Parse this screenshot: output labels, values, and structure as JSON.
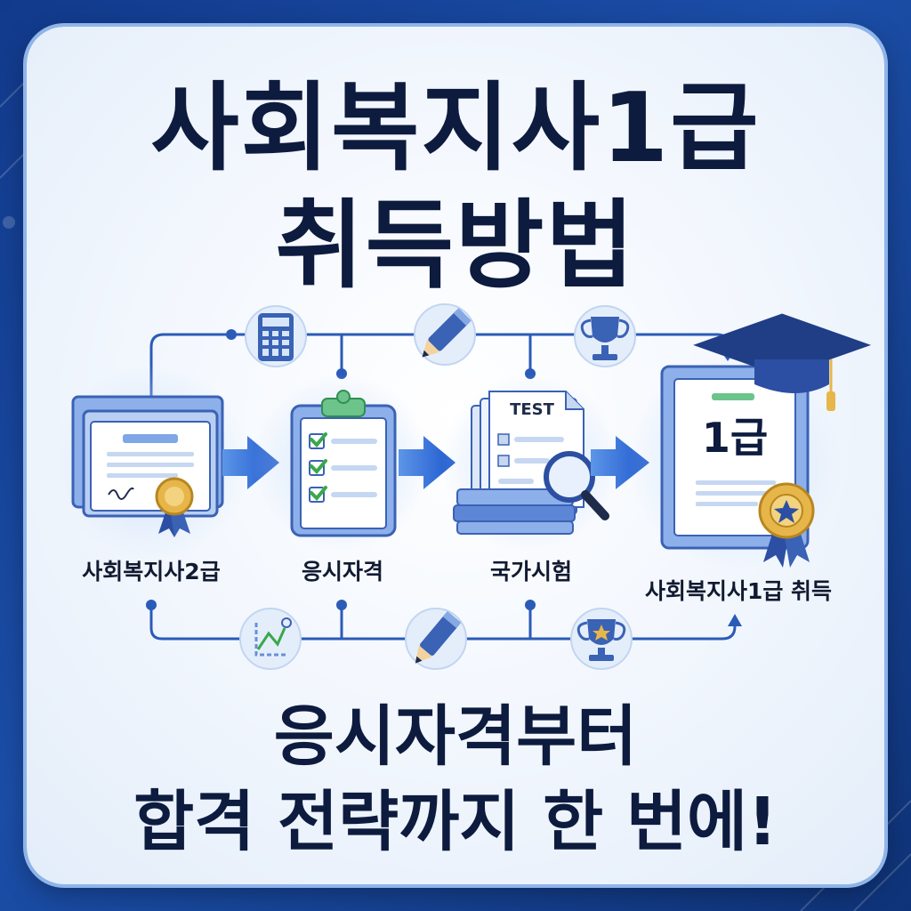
{
  "title": {
    "line1": "사회복지사1급",
    "line2": "취득방법"
  },
  "steps": [
    {
      "label": "사회복지사2급",
      "icon": "certificate-icon"
    },
    {
      "label": "응시자격",
      "icon": "clipboard-checklist-icon"
    },
    {
      "label": "국가시험",
      "icon": "test-papers-magnifier-icon"
    },
    {
      "label": "사회복지사1급 취득",
      "icon": "grade-certificate-graduation-cap-icon"
    }
  ],
  "test_paper_text": "TEST",
  "certificate_grade_text": "1급",
  "connector_icons_top": [
    "calculator-icon",
    "pencil-icon",
    "trophy-icon"
  ],
  "connector_icons_bottom": [
    "chart-icon",
    "pencil-icon",
    "star-trophy-icon"
  ],
  "subtitle": {
    "line1": "응시자격부터",
    "line2": "합격 전략까지 한 번에!"
  },
  "colors": {
    "navy_text": "#0d1b3e",
    "accent_blue": "#1f5fd1",
    "background_blue": "#1b4ea8",
    "check_green": "#3aa84a",
    "medal_gold": "#e7b64a"
  }
}
